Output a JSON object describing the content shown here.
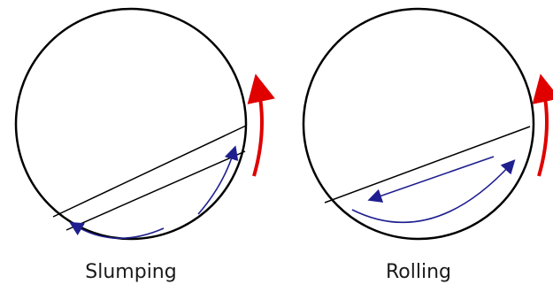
{
  "panels": [
    {
      "id": "slumping",
      "caption": "Slumping"
    },
    {
      "id": "rolling",
      "caption": "Rolling"
    }
  ],
  "colors": {
    "outline": "#000000",
    "rotation_arrow": "#e00000",
    "flow_arrow": "#1f1f8f",
    "caption_text": "#1a1a1a"
  },
  "icons": {
    "rotation": "curved-arrow-up",
    "flow": "curved-arrow"
  }
}
